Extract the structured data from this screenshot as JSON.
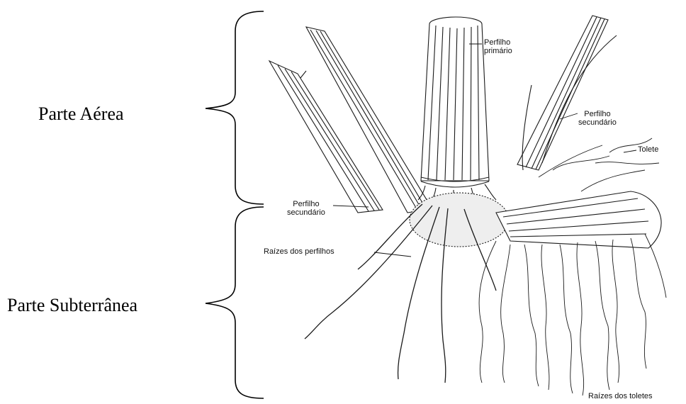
{
  "regions": {
    "aerea": "Parte Aérea",
    "subterranea": "Parte Subterrânea"
  },
  "annotations": {
    "perfilho_primario_1": "Perfilho",
    "perfilho_primario_2": "primário",
    "perfilho_secundario_a_1": "Perfilho",
    "perfilho_secundario_a_2": "secundário",
    "tolete": "Tolete",
    "perfilho_secundario_b_1": "Perfilho",
    "perfilho_secundario_b_2": "secundário",
    "raizes_perfilhos": "Raízes dos perfilhos",
    "raizes_toletes": "Raízes dos toletes"
  },
  "colors": {
    "ink": "#1a1a1a",
    "stipple": "#555555"
  }
}
